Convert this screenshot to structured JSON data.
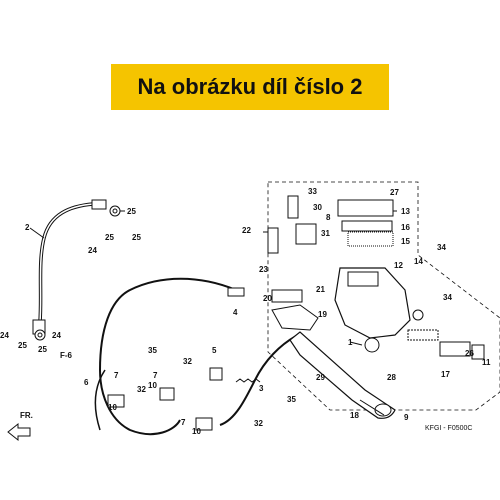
{
  "banner": {
    "text": "Na obrázku díl číslo 2"
  },
  "diagram_code": "KFGI - F0500C",
  "ref_markers": {
    "f6": "F-6",
    "fr": "FR."
  },
  "part_labels": {
    "p2": "2",
    "p24a": "24",
    "p25a": "25",
    "p25b": "25",
    "p24b": "24",
    "p24c": "24",
    "p25c": "25",
    "p25d": "25",
    "p4": "4",
    "p6": "6",
    "p35a": "35",
    "p32a": "32",
    "p7a": "7",
    "p10a": "10",
    "p32b": "32",
    "p7b": "7",
    "p10b": "10",
    "p5": "5",
    "p3": "3",
    "p35b": "35",
    "p7c": "7",
    "p10c": "10",
    "p32c": "32",
    "p33": "33",
    "p30": "30",
    "p31": "31",
    "p8": "8",
    "p22": "22",
    "p23": "23",
    "p20": "20",
    "p21": "21",
    "p19": "19",
    "p27": "27",
    "p13": "13",
    "p16": "16",
    "p15": "15",
    "p14": "14",
    "p12": "12",
    "p34a": "34",
    "p34b": "34",
    "p1": "1",
    "p28": "28",
    "p29": "29",
    "p18": "18",
    "p26": "26",
    "p11": "11",
    "p17": "17",
    "p9": "9"
  },
  "colors": {
    "banner": "#f5c400",
    "line": "#111111"
  }
}
